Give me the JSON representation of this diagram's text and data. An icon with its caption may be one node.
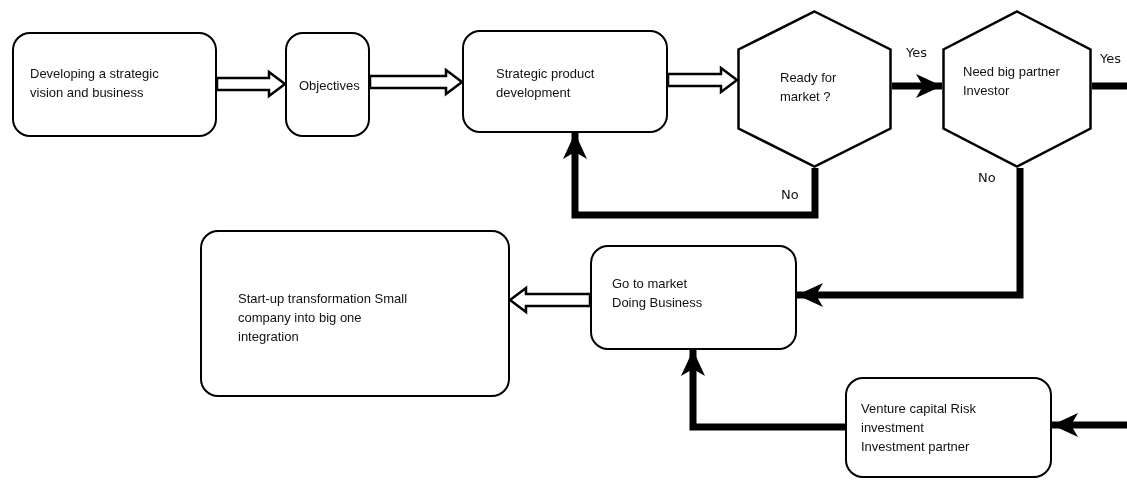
{
  "diagram": {
    "nodes": [
      {
        "text": [
          "Developing a strategic vision and business"
        ]
      },
      {
        "text": [
          "Objectives"
        ]
      },
      {
        "text": [
          "Strategic product development"
        ]
      },
      {
        "text": [
          "Ready for market ?"
        ]
      },
      {
        "text": [
          "Need big partner Investor"
        ]
      },
      {
        "text": [
          "Start-up transformation Small company into big one integration"
        ]
      },
      {
        "text": [
          "Go to market Doing Business"
        ]
      },
      {
        "text": [
          "Venture capital Risk investment Investment partner"
        ]
      }
    ],
    "edges": [
      {
        "from": 0,
        "to": 1,
        "arrow": "to",
        "style": "thick"
      },
      {
        "from": 1,
        "to": 2,
        "arrow": "to",
        "style": "thick"
      },
      {
        "from": 2,
        "to": 3,
        "arrow": "to",
        "style": "thick"
      },
      {
        "from": 3,
        "to": 4,
        "arrow": "to",
        "label": "Yes"
      },
      {
        "from": 3,
        "to": 2,
        "arrow": "to",
        "label": "No"
      },
      {
        "from": 4,
        "to": 6,
        "arrow": "to",
        "label": "No"
      },
      {
        "from": 4,
        "to": null,
        "arrow": "none",
        "label": "Yes"
      },
      {
        "from": null,
        "to": 7,
        "arrow": "to"
      },
      {
        "from": 7,
        "to": 6,
        "arrow": "to"
      },
      {
        "from": 6,
        "to": 5,
        "arrow": "to",
        "style": "thick"
      }
    ]
  }
}
